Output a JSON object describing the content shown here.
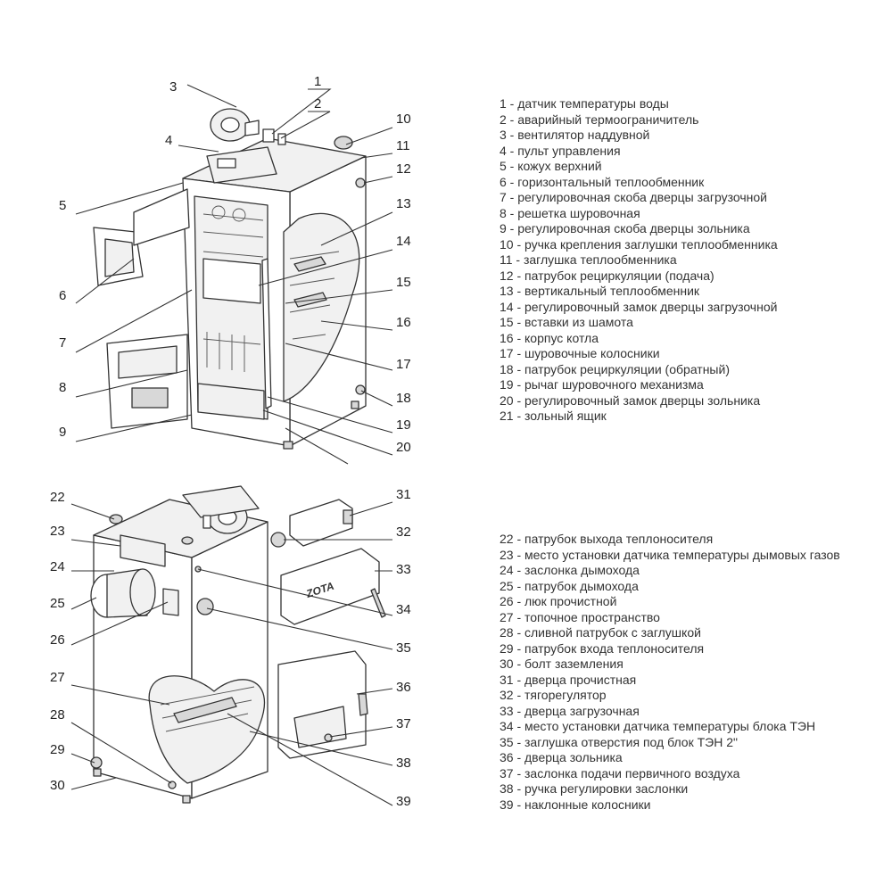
{
  "legend_top": [
    "1 - датчик температуры воды",
    "2 - аварийный термоограничитель",
    "3 - вентилятор наддувной",
    "4 - пульт управления",
    "5 - кожух верхний",
    "6 - горизонтальный теплообменник",
    "7 - регулировочная скоба дверцы загрузочной",
    "8 - решетка шуровочная",
    "9 - регулировочная скоба дверцы зольника",
    "10 - ручка крепления заглушки теплообменника",
    "11 - заглушка теплообменника",
    "12 - патрубок рециркуляции (подача)",
    "13 - вертикальный теплообменник",
    "14 - регулировочный замок дверцы загрузочной",
    "15 - вставки из шамота",
    "16 - корпус котла",
    "17 - шуровочные колосники",
    "18 - патрубок рециркуляции (обратный)",
    "19 - рычаг шуровочного механизма",
    "20 - регулировочный замок дверцы зольника",
    "21 - зольный ящик"
  ],
  "legend_bottom": [
    "22 - патрубок выхода теплоносителя",
    "23 - место установки датчика температуры дымовых газов",
    "24 - заслонка дымохода",
    "25 - патрубок дымохода",
    "26 - люк прочистной",
    "27 - топочное пространство",
    "28 - сливной патрубок с заглушкой",
    "29 - патрубок входа теплоносителя",
    "30 - болт заземления",
    "31 - дверца прочистная",
    "32 - тягорегулятор",
    "33 - дверца загрузочная",
    "34 - место установки датчика температуры блока ТЭН",
    "35 - заглушка отверстия под блок ТЭН 2\"",
    "36 - дверца зольника",
    "37 - заслонка подачи первичного воздуха",
    "38 - ручка регулировки заслонки",
    "39 - наклонные колосники"
  ],
  "callouts_top": [
    "1",
    "2",
    "3",
    "4",
    "5",
    "6",
    "7",
    "8",
    "9",
    "10",
    "11",
    "12",
    "13",
    "14",
    "15",
    "16",
    "17",
    "18",
    "19",
    "20"
  ],
  "callouts_bottom": [
    "22",
    "23",
    "24",
    "25",
    "26",
    "27",
    "28",
    "29",
    "30",
    "31",
    "32",
    "33",
    "34",
    "35",
    "36",
    "37",
    "38",
    "39"
  ],
  "brand_mark": "ZOTA"
}
